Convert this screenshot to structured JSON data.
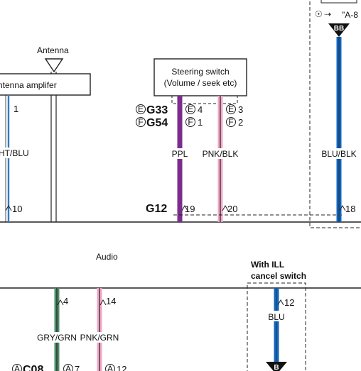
{
  "components": {
    "antenna": "Antenna",
    "antenna_amplifier": "ntenna amplifer",
    "steering_switch_line1": "Steering switch",
    "steering_switch_line2": "(Volume / seek etc)",
    "audio": "Audio",
    "ill_cancel_line1": "With ILL",
    "ill_cancel_line2": "cancel switch",
    "top_right_ref": "\"A-8"
  },
  "connectors": {
    "g33": {
      "variant": "E",
      "code": "G33"
    },
    "g54": {
      "variant": "F",
      "code": "G54"
    },
    "g12": "G12",
    "bb": "BB",
    "b": "B",
    "c08": {
      "variant": "A",
      "code": "C08"
    }
  },
  "pins": {
    "amp_top": "1",
    "amp_bottom": "10",
    "ppl_e": {
      "variant": "E",
      "pin": "4"
    },
    "ppl_f": {
      "variant": "F",
      "pin": "1"
    },
    "pnk_e": {
      "variant": "E",
      "pin": "3"
    },
    "pnk_f": {
      "variant": "F",
      "pin": "2"
    },
    "ppl_g12": "19",
    "pnk_g12": "20",
    "blu_blk_g12": "18",
    "gry_grn_audio": "4",
    "pnk_grn_audio": "14",
    "blu_ill": "12",
    "gry_grn_c08": {
      "variant": "A",
      "pin": "7"
    },
    "pnk_grn_c08": {
      "variant": "A",
      "pin": "12"
    }
  },
  "wires": {
    "lt_blu": "HT/BLU",
    "ppl": "PPL",
    "pnk_blk": "PNK/BLK",
    "blu_blk": "BLU/BLK",
    "gry_grn": "GRY/GRN",
    "pnk_grn": "PNK/GRN",
    "blu": "BLU"
  },
  "colors": {
    "ppl": "#7b2d8e",
    "pnk": "#f2a8c6",
    "blu": "#1565b8",
    "blu_dark": "#0d3f73",
    "gry_grn": "#4d8f6a",
    "lt_blu": "#2f7bc4",
    "line": "#222222"
  }
}
